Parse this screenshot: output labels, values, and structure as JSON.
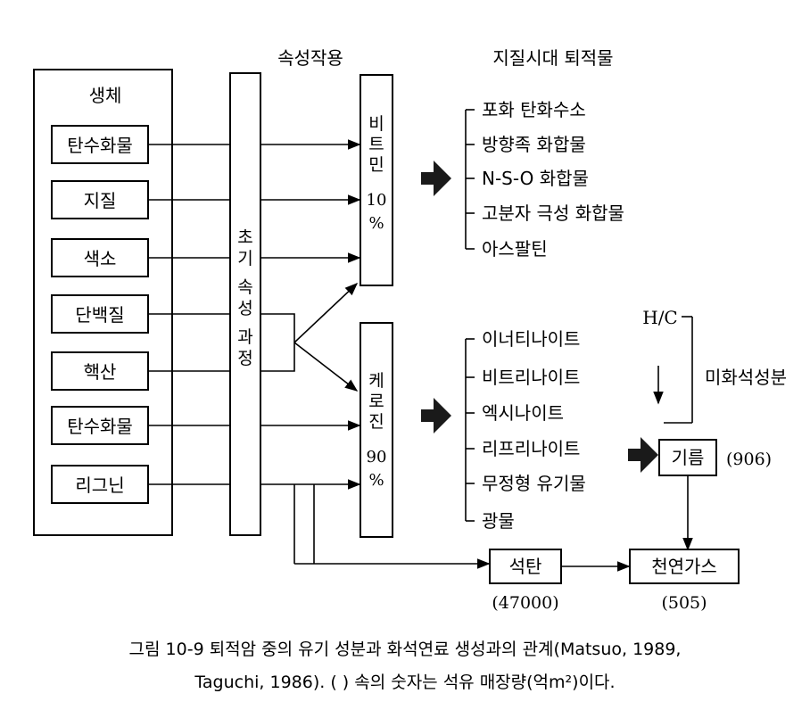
{
  "headers": {
    "diagenesis": "속성작용",
    "geologic_sediments": "지질시대 퇴적물"
  },
  "organism": {
    "title": "생체",
    "items": [
      "탄수화물",
      "지질",
      "색소",
      "단백질",
      "핵산",
      "탄수화물",
      "리그닌"
    ]
  },
  "early_process": [
    "초",
    "기",
    "속",
    "성",
    "과",
    "정"
  ],
  "bitumen": {
    "label": [
      "비",
      "트",
      "민",
      "10",
      "%"
    ]
  },
  "kerogen": {
    "label": [
      "케",
      "로",
      "진",
      "90",
      "%"
    ]
  },
  "bitumen_products": [
    "포화 탄화수소",
    "방향족 화합물",
    "N-S-O 화합물",
    "고분자 극성 화합물",
    "아스팔틴"
  ],
  "kerogen_products": [
    "이너티나이트",
    "비트리나이트",
    "엑시나이트",
    "리프리나이트",
    "무정형 유기물",
    "광물"
  ],
  "hc_label": "H/C",
  "maceral_label": "미화석성분",
  "oil": {
    "label": "기름",
    "value": "(906)"
  },
  "coal": {
    "label": "석탄",
    "value": "(47000)"
  },
  "gas": {
    "label": "천연가스",
    "value": "(505)"
  },
  "caption": {
    "line1": "그림 10-9 퇴적암 중의 유기 성분과 화석연료 생성과의 관계(Matsuo, 1989,",
    "line2": "Taguchi, 1986). ( ) 속의 숫자는 석유 매장량(억m²)이다."
  },
  "colors": {
    "ink": "#000000",
    "paper": "#ffffff",
    "arrow_fill": "#1a1a1a"
  }
}
